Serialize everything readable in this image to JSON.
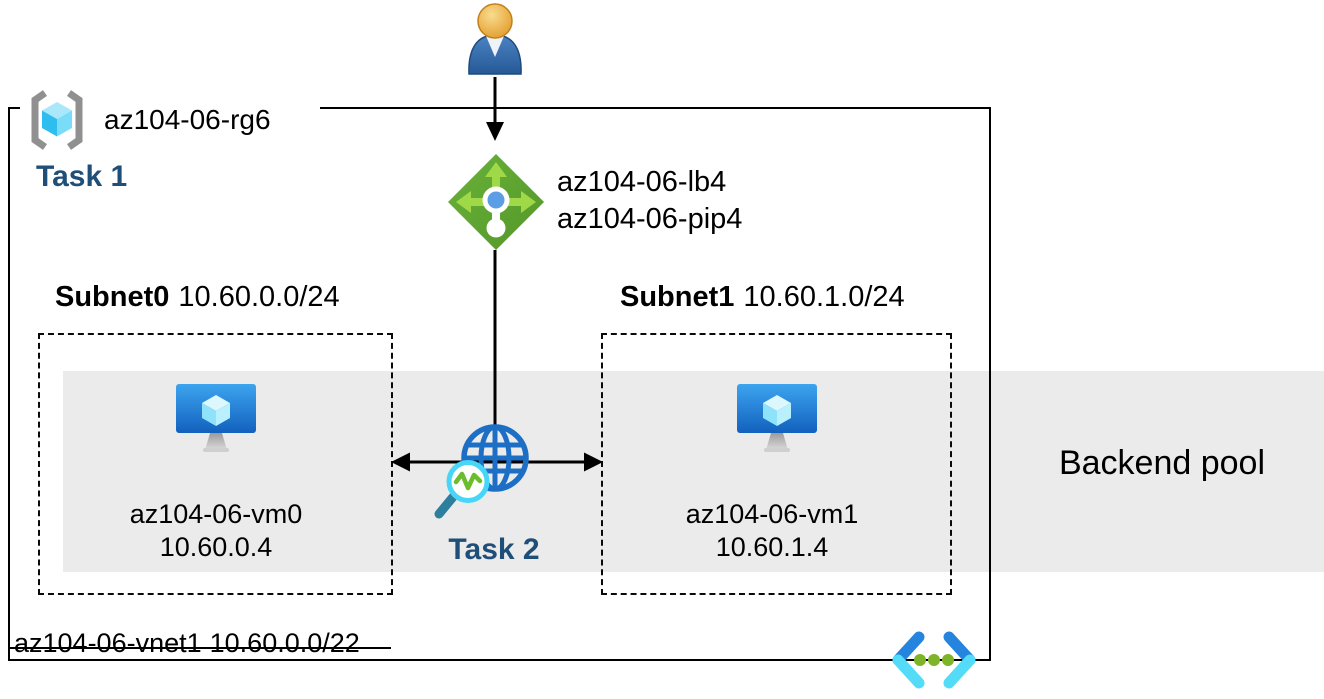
{
  "resource_group": {
    "name": "az104-06-rg6",
    "task": "Task 1"
  },
  "load_balancer": {
    "name": "az104-06-lb4",
    "public_ip": "az104-06-pip4"
  },
  "subnets": [
    {
      "name": "Subnet0",
      "cidr": "10.60.0.0/24",
      "vm_name": "az104-06-vm0",
      "vm_ip": "10.60.0.4"
    },
    {
      "name": "Subnet1",
      "cidr": "10.60.1.0/24",
      "vm_name": "az104-06-vm1",
      "vm_ip": "10.60.1.4"
    }
  ],
  "monitoring": {
    "task": "Task 2"
  },
  "backend_pool": {
    "label": "Backend pool"
  },
  "vnet": {
    "name": "az104-06-vnet1",
    "cidr": "10.60.0.0/22"
  },
  "icons": {
    "user": "person-icon",
    "resource_group": "resource-group-brackets-cube-icon",
    "load_balancer": "load-balancer-diamond-icon",
    "virtual_machine": "vm-monitor-cube-icon",
    "monitoring": "globe-magnifier-icon",
    "virtual_network": "vnet-chevrons-dots-icon"
  },
  "colors": {
    "task_text": "#1F4E79",
    "backend_band": "#EBEBEB",
    "lb_diamond_green": "#5BA032",
    "lb_arrow_green": "#9FD947",
    "lb_dot_blue": "#5B9EE6",
    "vm_monitor_blue": "#1261BD",
    "cube_cyan": "#8EDFF7",
    "globe_blue": "#1C6FC4",
    "magnifier_cyan": "#47D6F8",
    "magnifier_handle_teal": "#2D7F9D",
    "zigzag_green": "#6CBD2D",
    "vnet_chevron_blue": "#2584DD",
    "vnet_chevron_cyan": "#53DBF8",
    "vnet_dot_green": "#7DB428",
    "bracket_gray": "#909090",
    "line_black": "#000000"
  }
}
